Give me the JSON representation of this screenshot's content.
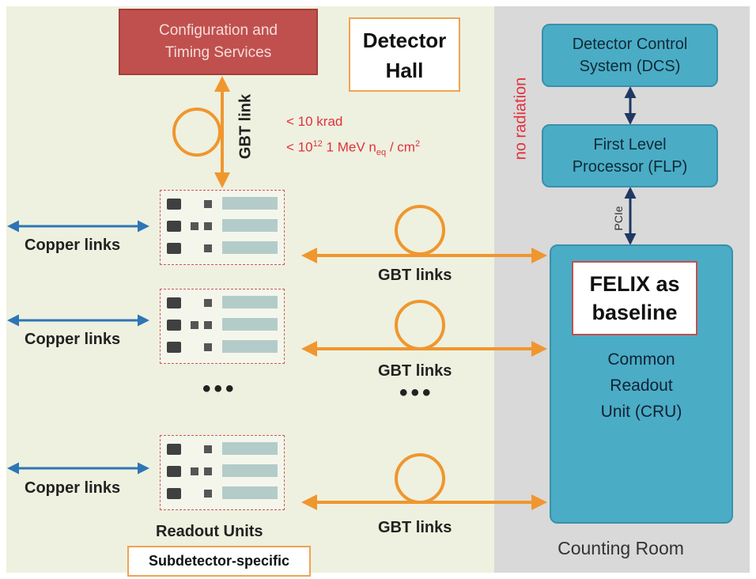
{
  "config_services": {
    "line1": "Configuration and",
    "line2": "Timing Services"
  },
  "detector_hall": {
    "line1": "Detector",
    "line2": "Hall"
  },
  "gbt_link": "GBT link",
  "radiation": {
    "line1": "< 10 krad",
    "line2_pre": "< 10",
    "line2_exp": "12",
    "line2_mid": " 1 MeV n",
    "line2_sub": "eq",
    "line2_post": " / cm",
    "line2_exp2": "2"
  },
  "no_radiation": "no radiation",
  "dcs": {
    "line1": "Detector Control",
    "line2": "System (DCS)"
  },
  "flp": {
    "line1": "First Level",
    "line2": "Processor (FLP)"
  },
  "pcie": "PCIe",
  "felix": {
    "line1": "FELIX as",
    "line2": "baseline"
  },
  "cru": {
    "line1": "Common",
    "line2": "Readout",
    "line3": "Unit (CRU)"
  },
  "counting_room": "Counting Room",
  "copper_links": [
    "Copper links",
    "Copper links",
    "Copper links"
  ],
  "gbt_links": [
    "GBT links",
    "GBT links",
    "GBT links"
  ],
  "ellipsis": "•••",
  "readout_units": "Readout Units",
  "subdetector": "Subdetector-specific",
  "colors": {
    "hall_bg": "#eef1df",
    "room_bg": "#d9d9d9",
    "red_box": "#c0504d",
    "teal": "#4bacc6",
    "orange": "#f0962f",
    "blue_arrow": "#2e75b6",
    "red_text": "#e0313e"
  }
}
